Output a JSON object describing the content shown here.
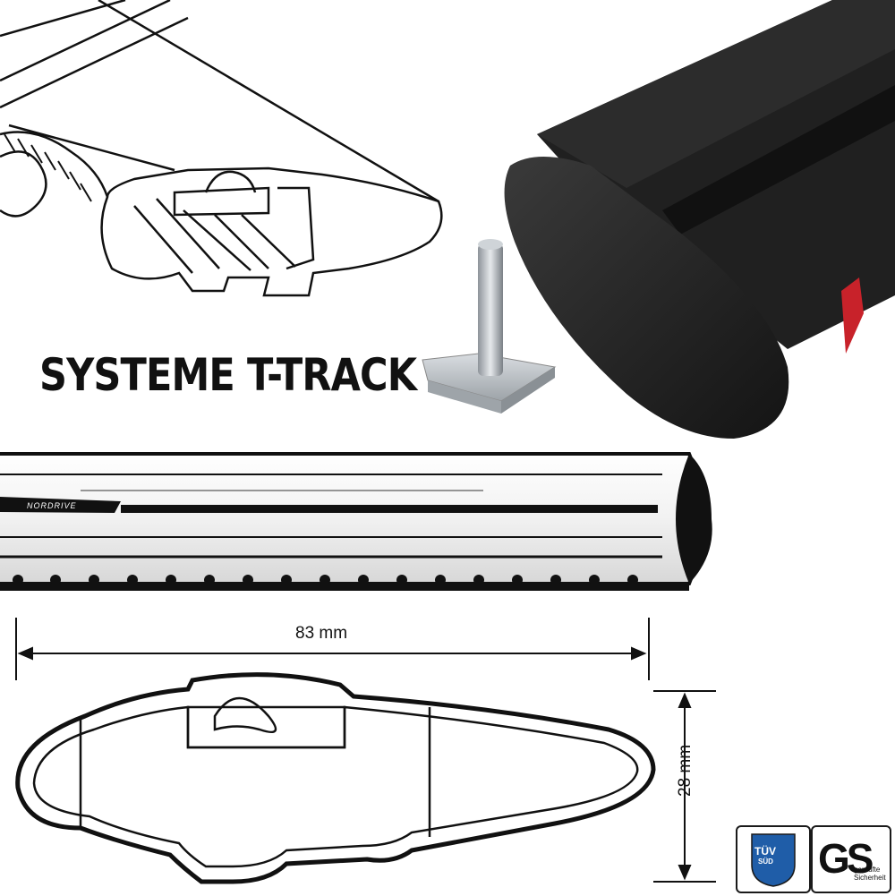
{
  "title": "SYSTEME T-TRACK",
  "dimensions": {
    "width_label": "83 mm",
    "height_label": "28 mm"
  },
  "bar": {
    "brand": "NORDRIVE"
  },
  "certifications": {
    "tuv": "TÜV",
    "tuv_sub": "SÜD",
    "gs": "GS",
    "gs_sub_1": "geprüfte",
    "gs_sub_2": "Sicherheit"
  },
  "colors": {
    "bar_black": "#1b1b1b",
    "accent_red": "#c8222a",
    "tuv_blue": "#1f5da8"
  }
}
